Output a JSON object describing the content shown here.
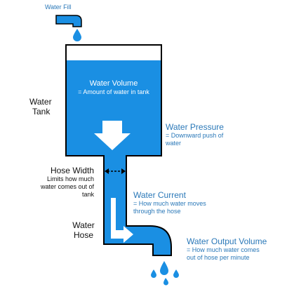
{
  "labels": {
    "water_fill": "Water Fill",
    "water_volume": "Water Volume",
    "water_volume_desc": "= Amount of water in tank",
    "water_tank_line1": "Water",
    "water_tank_line2": "Tank",
    "water_pressure": "Water Pressure",
    "water_pressure_desc_line1": "= Downward push of",
    "water_pressure_desc_line2": "water",
    "hose_width": "Hose Width",
    "hose_width_desc_line1": "Limits how much",
    "hose_width_desc_line2": "water comes out of",
    "hose_width_desc_line3": "tank",
    "water_current": "Water Current",
    "water_current_desc_line1": "= How much water moves",
    "water_current_desc_line2": "through the hose",
    "water_hose_line1": "Water",
    "water_hose_line2": "Hose",
    "water_output_volume": "Water Output Volume",
    "water_output_desc_line1": "= How much water comes",
    "water_output_desc_line2": "out of hose per minute"
  },
  "colors": {
    "water_blue": "#1a8fe3",
    "outline": "#000000",
    "label_blue": "#2a78b8",
    "label_black": "#111111",
    "arrow_fill": "#ffffff"
  }
}
